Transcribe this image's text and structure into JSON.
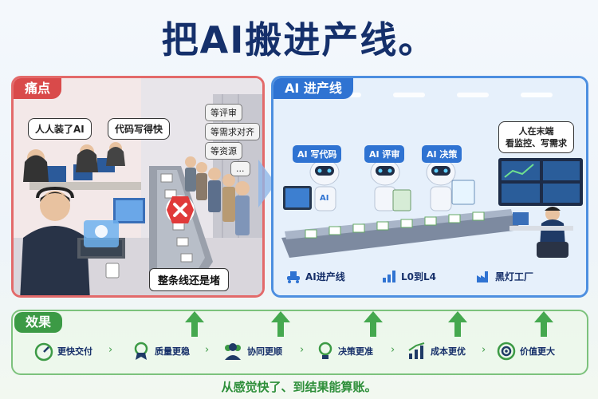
{
  "title": "把AI搬进产线。",
  "pain": {
    "tag": "痛点",
    "bubble_1": "人人装了AI",
    "bubble_2": "代码写得快",
    "queue_notes": [
      "等评审",
      "等需求对齐",
      "等资源",
      "..."
    ],
    "blocked_label": "整条线还是堵"
  },
  "line": {
    "tag": "AI 进产线",
    "steps": [
      "AI 写代码",
      "AI 评审",
      "AI 决策"
    ],
    "human_note": [
      "人在末端",
      "看监控、写需求"
    ],
    "screen_text": "AI",
    "footer": [
      "AI进产线",
      "L0到L4",
      "黑灯工厂"
    ]
  },
  "effects": {
    "tag": "效果",
    "items": [
      "更快交付",
      "质量更稳",
      "协同更顺",
      "决策更准",
      "成本更优",
      "价值更大"
    ]
  },
  "tagline": "从感觉快了、到结果能算账。",
  "colors": {
    "title": "#15306b",
    "pain": "#d94a4a",
    "line": "#2f73d2",
    "effect": "#3c9a45"
  }
}
